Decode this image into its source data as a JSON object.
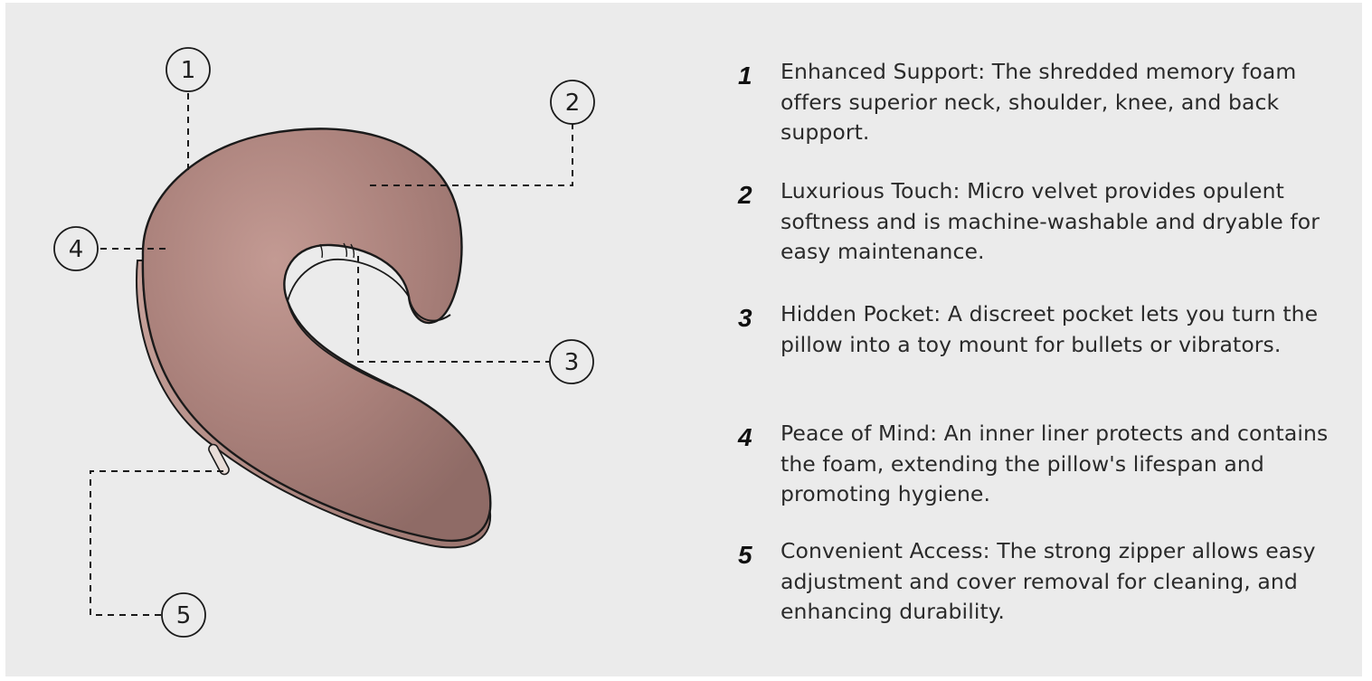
{
  "diagram": {
    "callouts": [
      "1",
      "2",
      "3",
      "4",
      "5"
    ],
    "colors": {
      "background": "#ebebeb",
      "pillow_fill": "#b08781",
      "pillow_light": "#d7b3ac",
      "pillow_shadow": "#8e6a65",
      "outline": "#1a1a1a"
    }
  },
  "features": [
    {
      "number": "1",
      "title": "Enhanced Support:",
      "body": " The shredded memory foam offers superior neck, shoulder, knee, and back support."
    },
    {
      "number": "2",
      "title": "Luxurious Touch",
      "body": ": Micro velvet provides opulent softness and is machine-washable and dryable for easy maintenance."
    },
    {
      "number": "3",
      "title": "Hidden Pocket:",
      "body": " A discreet pocket lets you turn the pillow into a toy mount for bullets or vibrators."
    },
    {
      "number": "4",
      "title": "Peace of Mind:",
      "body": " An inner liner protects and contains the foam, extending the pillow's lifespan and promoting hygiene."
    },
    {
      "number": "5",
      "title": "Convenient Access:",
      "body": " The strong zipper allows easy adjustment and cover removal for cleaning, and enhancing durability."
    }
  ]
}
